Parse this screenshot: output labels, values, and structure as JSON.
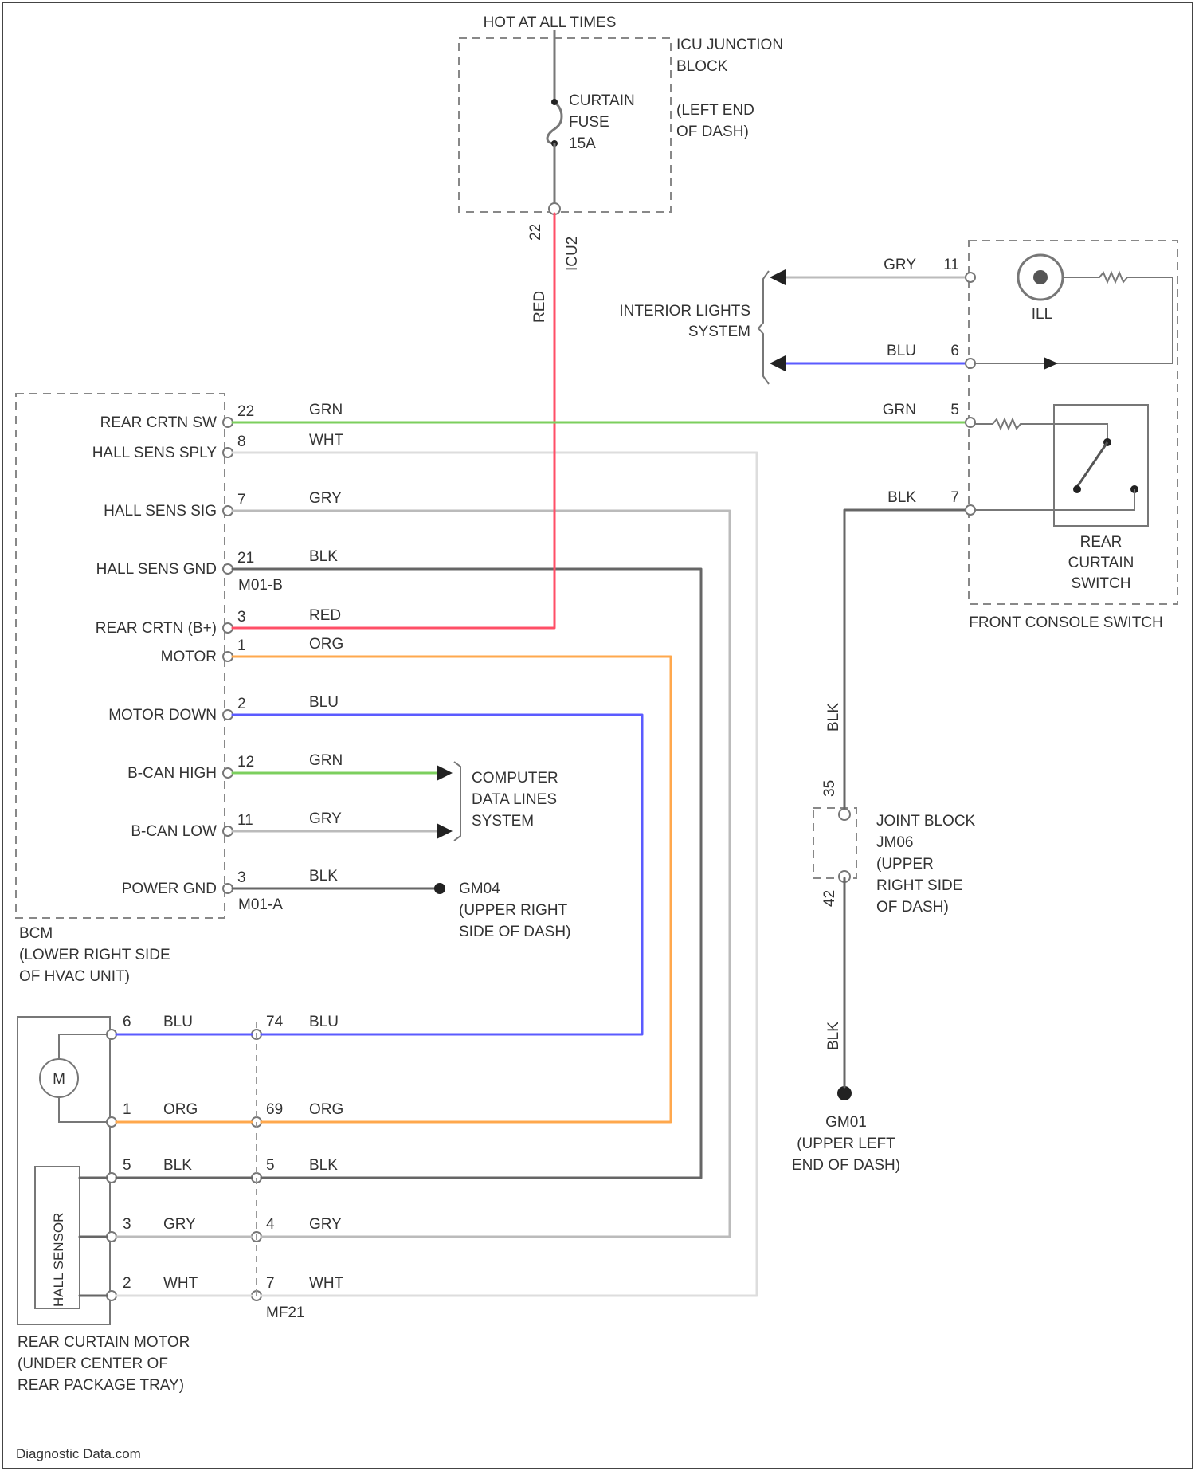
{
  "colors": {
    "GRN": "#7ccf5e",
    "RED": "#ff4f67",
    "ORG": "#ffa84d",
    "BLU": "#5b5bff",
    "BLK": "#666666",
    "GRY": "#bbbbbb",
    "WHT": "#dddddd",
    "box": "#888888"
  },
  "wire_codes": {
    "grn": "GRN",
    "wht": "WHT",
    "gry": "GRY",
    "blk": "BLK",
    "red": "RED",
    "org": "ORG",
    "blu": "BLU"
  },
  "power": {
    "header": "HOT AT ALL TIMES",
    "icu_title": [
      "ICU JUNCTION",
      "BLOCK"
    ],
    "icu_location": [
      "(LEFT END",
      "OF DASH)"
    ],
    "fuse": [
      "CURTAIN",
      "FUSE",
      "15A"
    ],
    "conn_pin": "22",
    "conn_id": "ICU2"
  },
  "bcm": {
    "pins": [
      {
        "label": "REAR CRTN SW",
        "num": "22",
        "color": "GRN"
      },
      {
        "label": "HALL SENS SPLY",
        "num": "8",
        "color": "WHT"
      },
      {
        "label": "HALL SENS SIG",
        "num": "7",
        "color": "GRY"
      },
      {
        "label": "HALL SENS GND",
        "num": "21",
        "color": "BLK"
      },
      {
        "label": "REAR CRTN (B+)",
        "num": "3",
        "color": "RED"
      },
      {
        "label": "MOTOR",
        "num": "1",
        "color": "ORG"
      },
      {
        "label": "MOTOR DOWN",
        "num": "2",
        "color": "BLU"
      },
      {
        "label": "B-CAN HIGH",
        "num": "12",
        "color": "GRN"
      },
      {
        "label": "B-CAN LOW",
        "num": "11",
        "color": "GRY"
      },
      {
        "label": "POWER GND",
        "num": "3",
        "color": "BLK"
      }
    ],
    "conn_b": "M01-B",
    "conn_a": "M01-A",
    "title": [
      "BCM",
      "(LOWER RIGHT SIDE",
      "OF HVAC UNIT)"
    ]
  },
  "interior": {
    "label": [
      "INTERIOR LIGHTS",
      "SYSTEM"
    ],
    "wire1": {
      "color": "GRY",
      "pin": "11"
    },
    "wire2": {
      "color": "BLU",
      "pin": "6"
    },
    "ill_label": "ILL"
  },
  "console": {
    "wire_grn": {
      "color": "GRN",
      "pin": "5"
    },
    "wire_blk": {
      "color": "BLK",
      "pin": "7"
    },
    "switch_label": [
      "REAR",
      "CURTAIN",
      "SWITCH"
    ],
    "title": "FRONT CONSOLE SWITCH"
  },
  "computer": [
    "COMPUTER",
    "DATA LINES",
    "SYSTEM"
  ],
  "ground_gm04": [
    "GM04",
    "(UPPER RIGHT",
    "SIDE OF DASH)"
  ],
  "joint_block": {
    "wire_color": "BLK",
    "pin_top": "35",
    "pin_bottom": "42",
    "label": [
      "JOINT BLOCK",
      "JM06",
      "(UPPER",
      "RIGHT SIDE",
      "OF DASH)"
    ]
  },
  "ground_gm01": [
    "GM01",
    "(UPPER LEFT",
    "END OF DASH)"
  ],
  "motor": {
    "motor_symbol": "M",
    "hall_label": "HALL SENSOR",
    "rows": [
      {
        "left_pin": "6",
        "right_pin": "74",
        "color": "BLU"
      },
      {
        "left_pin": "1",
        "right_pin": "69",
        "color": "ORG"
      },
      {
        "left_pin": "5",
        "right_pin": "5",
        "color": "BLK"
      },
      {
        "left_pin": "3",
        "right_pin": "4",
        "color": "GRY"
      },
      {
        "left_pin": "2",
        "right_pin": "7",
        "color": "WHT"
      }
    ],
    "connector": "MF21",
    "title": [
      "REAR CURTAIN MOTOR",
      "(UNDER CENTER OF",
      "REAR PACKAGE TRAY)"
    ]
  },
  "footer": "Diagnostic Data.com"
}
